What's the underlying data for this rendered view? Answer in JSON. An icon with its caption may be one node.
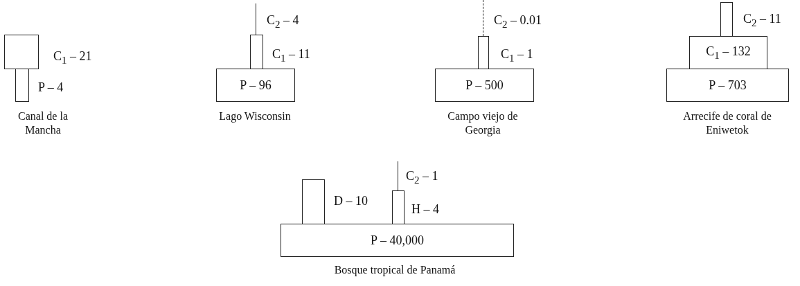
{
  "diagram": {
    "nodes": [
      {
        "text": [],
        "shape": "box",
        "beside": [
          "C$_{1}$ – 21"
        ]
      },
      {
        "text": [],
        "shape": "box",
        "beside": [
          "P – 4"
        ]
      },
      {
        "text": [],
        "shape": "bar",
        "beside": [
          "C$_{2}$ – 4"
        ]
      },
      {
        "text": [],
        "shape": "box",
        "beside": [
          "C$_{1}$ – 11"
        ]
      },
      {
        "text": [
          "P – 96"
        ]
      },
      {
        "text": [],
        "shape": "bar",
        "beside": [
          "C$_{2}$ – 0.01"
        ]
      },
      {
        "text": [],
        "shape": "box",
        "beside": [
          "C$_{1}$ – 1"
        ]
      },
      {
        "text": [
          "P – 500"
        ]
      },
      {
        "text": [],
        "shape": "box",
        "beside": [
          "C$_{2}$ – 11"
        ]
      },
      {
        "text": [
          "C$_{1}$ – 132"
        ]
      },
      {
        "text": [
          "P – 703"
        ]
      },
      {
        "text": [],
        "shape": "box",
        "beside": [
          "D – 10"
        ]
      },
      {
        "text": [],
        "shape": "bar",
        "beside": [
          "C$_{2}$ – 1"
        ]
      },
      {
        "text": [],
        "shape": "box",
        "beside": [
          "H – 4"
        ]
      },
      {
        "text": [
          "P – 40,000"
        ]
      }
    ],
    "labels": [
      "Canal de la Mancha",
      "Lago Wisconsin",
      "Campo viejo de Georgia",
      "Arrecife de coral de Eniwetok",
      "Bosque tropical de Panamá"
    ]
  }
}
